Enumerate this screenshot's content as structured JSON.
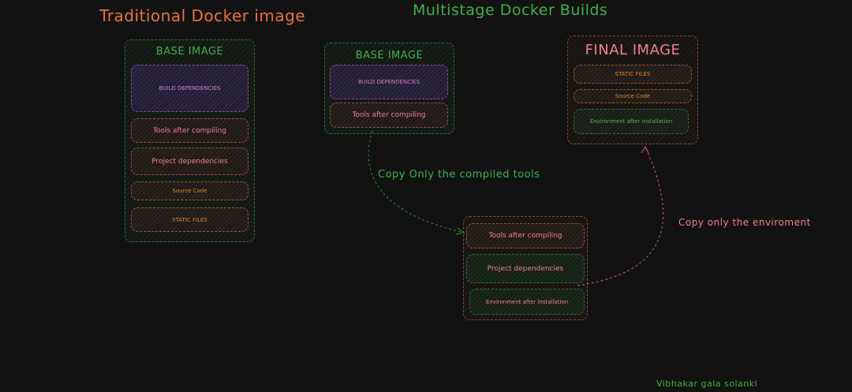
{
  "colors": {
    "background": "#121212",
    "orange": "#e8733a",
    "green": "#3fb04b",
    "pink": "#f0808a",
    "purple_text": "#d07cc8",
    "orange_text": "#d9862e",
    "green_text": "#56b456"
  },
  "traditional": {
    "title": "Traditional Docker image",
    "container_label": "BASE IMAGE",
    "blocks": [
      "BUILD DEPENDENCIES",
      "Tools after compiling",
      "Project dependencies",
      "Source Code",
      "STATIC FILES"
    ]
  },
  "multistage": {
    "title": "Multistage Docker Builds",
    "base": {
      "label": "BASE IMAGE",
      "blocks": [
        "BUILD DEPENDENCIES",
        "Tools after compiling"
      ]
    },
    "final": {
      "label": "FINAL IMAGE",
      "blocks": [
        "STATIC FILES",
        "Source Code",
        "Environment after installation"
      ]
    },
    "intermediate": {
      "blocks": [
        "Tools after compiling",
        "Project dependencies",
        "Environment after installation"
      ]
    },
    "arrow_copy_tools": "Copy Only the compiled tools",
    "arrow_copy_env": "Copy only the enviroment"
  },
  "author": "Vibhakar gala solanki"
}
